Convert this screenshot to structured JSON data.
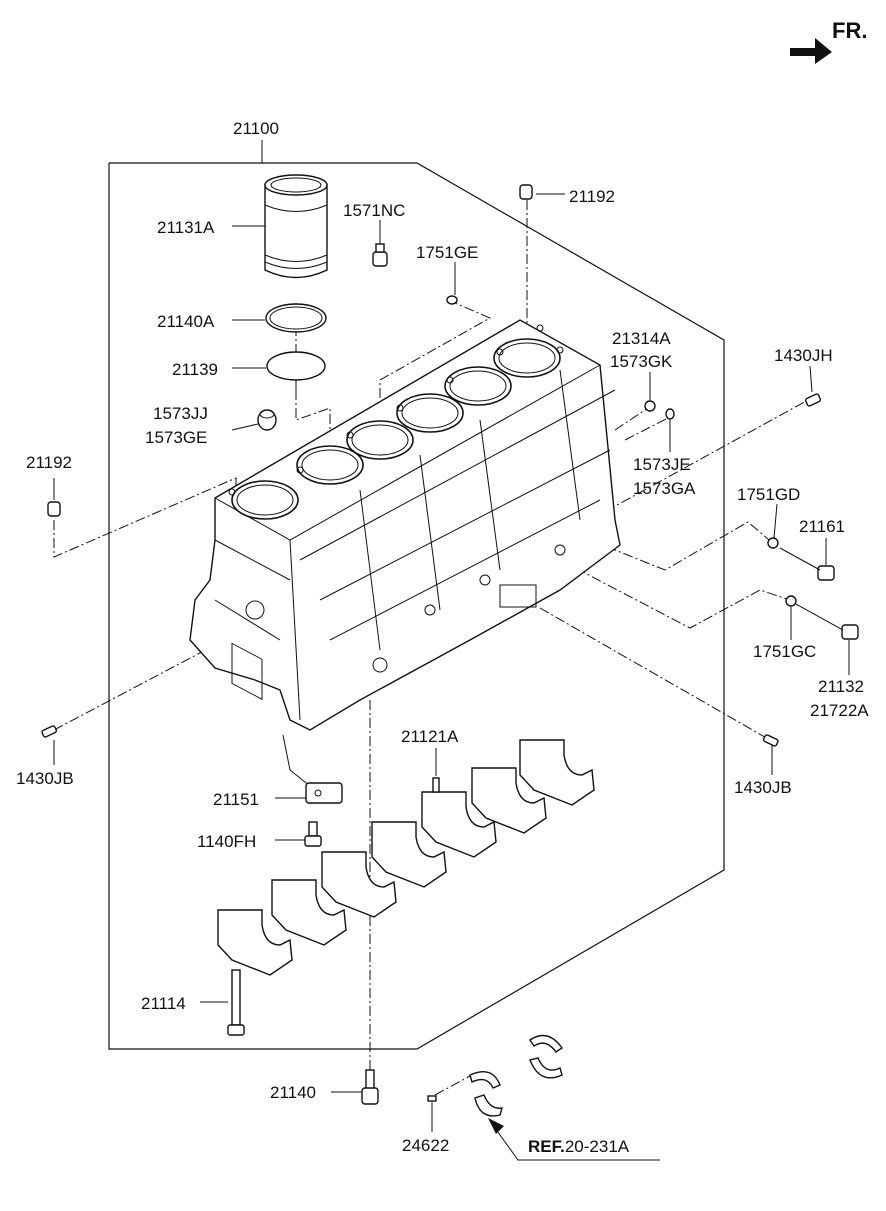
{
  "direction": {
    "label": "FR."
  },
  "labels": {
    "p21100": "21100",
    "p21192_top": "21192",
    "p21131A": "21131A",
    "p1571NC": "1571NC",
    "p1751GE": "1751GE",
    "p21140A": "21140A",
    "p21139": "21139",
    "p21314A": "21314A",
    "p1573GK": "1573GK",
    "p1430JH": "1430JH",
    "p1573JJ": "1573JJ",
    "p1573GE": "1573GE",
    "p21192_left": "21192",
    "p1573JE": "1573JE",
    "p1573GA": "1573GA",
    "p1751GD": "1751GD",
    "p21161": "21161",
    "p1751GC": "1751GC",
    "p21132": "21132",
    "p21722A": "21722A",
    "p1430JB_left": "1430JB",
    "p1430JB_right": "1430JB",
    "p21121A": "21121A",
    "p21151": "21151",
    "p1140FH": "1140FH",
    "p21114": "21114",
    "p21140": "21140",
    "p24622": "24622"
  },
  "reference": {
    "prefix": "REF.",
    "code": "20-231A"
  }
}
